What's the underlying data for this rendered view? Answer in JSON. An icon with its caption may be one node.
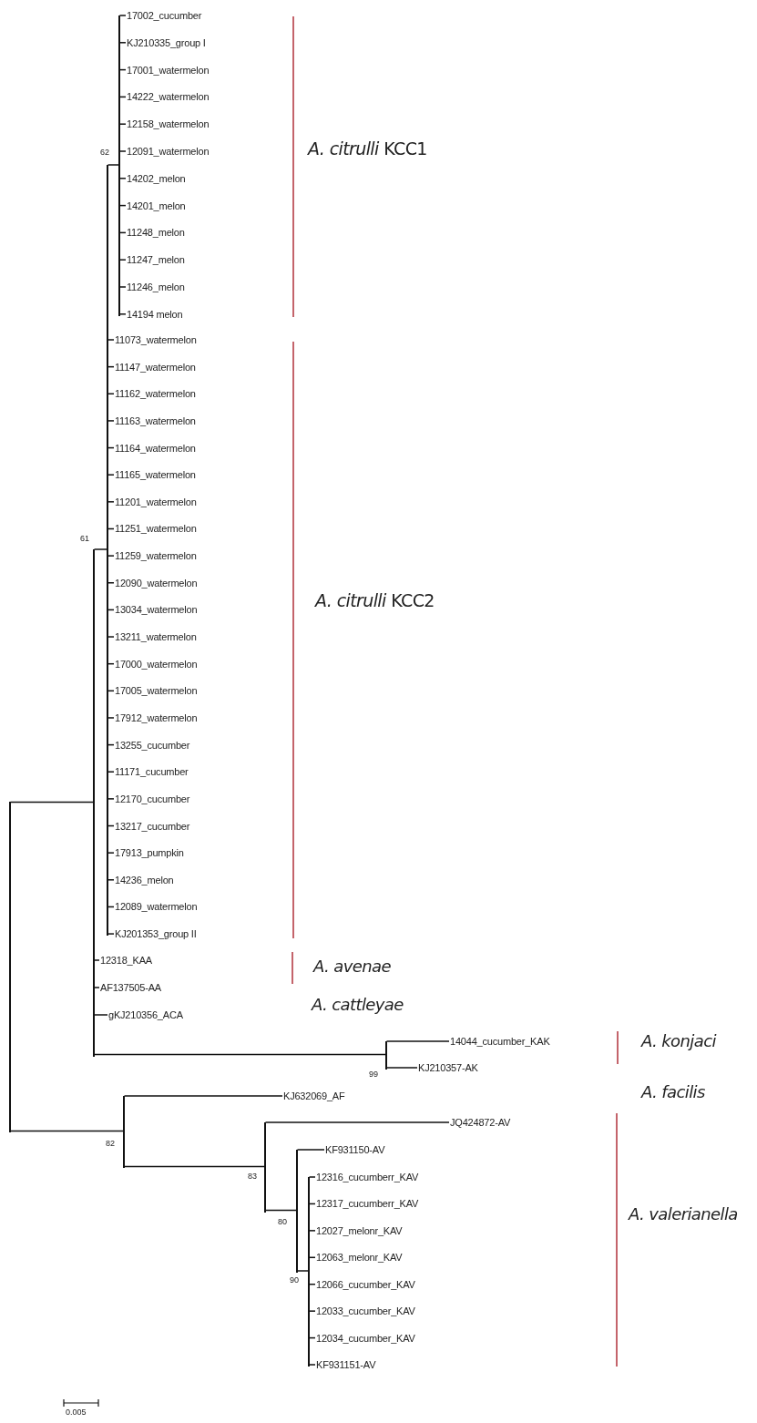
{
  "diagram": {
    "nodes": [
      {
        "text": [
          "17002_cucumber"
        ]
      },
      {
        "text": [
          "KJ210335_group I"
        ]
      },
      {
        "text": [
          "17001_watermelon"
        ]
      },
      {
        "text": [
          "14222_watermelon"
        ]
      },
      {
        "text": [
          "12158_watermelon"
        ]
      },
      {
        "text": [
          "12091_watermelon"
        ]
      },
      {
        "text": [
          "14202_melon"
        ]
      },
      {
        "text": [
          "14201_melon"
        ]
      },
      {
        "text": [
          "11248_melon"
        ]
      },
      {
        "text": [
          "11247_melon"
        ]
      },
      {
        "text": [
          "11246_melon"
        ]
      },
      {
        "text": [
          "14194 melon"
        ]
      },
      {
        "text": [
          "11073_watermelon"
        ]
      },
      {
        "text": [
          "11147_watermelon"
        ]
      },
      {
        "text": [
          "11162_watermelon"
        ]
      },
      {
        "text": [
          "11163_watermelon"
        ]
      },
      {
        "text": [
          "11164_watermelon"
        ]
      },
      {
        "text": [
          "11165_watermelon"
        ]
      },
      {
        "text": [
          "11201_watermelon"
        ]
      },
      {
        "text": [
          "11251_watermelon"
        ]
      },
      {
        "text": [
          "11259_watermelon"
        ]
      },
      {
        "text": [
          "12090_watermelon"
        ]
      },
      {
        "text": [
          "13034_watermelon"
        ]
      },
      {
        "text": [
          "13211_watermelon"
        ]
      },
      {
        "text": [
          "17000_watermelon"
        ]
      },
      {
        "text": [
          "17005_watermelon"
        ]
      },
      {
        "text": [
          "17912_watermelon"
        ]
      },
      {
        "text": [
          "13255_cucumber"
        ]
      },
      {
        "text": [
          "11171_cucumber"
        ]
      },
      {
        "text": [
          "12170_cucumber"
        ]
      },
      {
        "text": [
          "13217_cucumber"
        ]
      },
      {
        "text": [
          "17913_pumpkin"
        ]
      },
      {
        "text": [
          "14236_melon"
        ]
      },
      {
        "text": [
          "12089_watermelon"
        ]
      },
      {
        "text": [
          "KJ201353_group II"
        ]
      },
      {
        "text": [
          "12318_KAA"
        ]
      },
      {
        "text": [
          "AF137505-AA"
        ]
      },
      {
        "text": [
          "gKJ210356_ACA"
        ]
      },
      {
        "text": [
          "14044_cucumber_KAK"
        ]
      },
      {
        "text": [
          "KJ210357-AK"
        ]
      },
      {
        "text": [
          "KJ632069_AF"
        ]
      },
      {
        "text": [
          "JQ424872-AV"
        ]
      },
      {
        "text": [
          "KF931150-AV"
        ]
      },
      {
        "text": [
          "12316_cucumberr_KAV"
        ]
      },
      {
        "text": [
          "12317_cucumberr_KAV"
        ]
      },
      {
        "text": [
          "12027_melonr_KAV"
        ]
      },
      {
        "text": [
          "12063_melonr_KAV"
        ]
      },
      {
        "text": [
          "12066_cucumber_KAV"
        ]
      },
      {
        "text": [
          "12033_cucumber_KAV"
        ]
      },
      {
        "text": [
          "12034_cucumber_KAV"
        ]
      },
      {
        "text": [
          "KF931151-AV"
        ]
      },
      {
        "text": [],
        "shape": "bar"
      },
      {
        "text": [],
        "shape": "bar",
        "beside": [
          "61"
        ]
      },
      {
        "text": [],
        "shape": "bar"
      },
      {
        "text": [],
        "shape": "bar",
        "beside": [
          "62"
        ]
      },
      {
        "text": [],
        "shape": "bar",
        "beside": [
          "99"
        ]
      },
      {
        "text": [],
        "shape": "bar",
        "beside": [
          "82"
        ]
      },
      {
        "text": [],
        "shape": "bar",
        "beside": [
          "83"
        ]
      },
      {
        "text": [],
        "shape": "bar",
        "beside": [
          "80"
        ]
      },
      {
        "text": [],
        "shape": "bar",
        "beside": [
          "90"
        ]
      }
    ],
    "edges": [
      {
        "from": 54,
        "to": 0,
        "arrow": "none"
      },
      {
        "from": 54,
        "to": 1,
        "arrow": "none"
      },
      {
        "from": 54,
        "to": 2,
        "arrow": "none"
      },
      {
        "from": 54,
        "to": 3,
        "arrow": "none"
      },
      {
        "from": 54,
        "to": 4,
        "arrow": "none"
      },
      {
        "from": 54,
        "to": 5,
        "arrow": "none"
      },
      {
        "from": 54,
        "to": 6,
        "arrow": "none"
      },
      {
        "from": 54,
        "to": 7,
        "arrow": "none"
      },
      {
        "from": 54,
        "to": 8,
        "arrow": "none"
      },
      {
        "from": 54,
        "to": 9,
        "arrow": "none"
      },
      {
        "from": 54,
        "to": 10,
        "arrow": "none"
      },
      {
        "from": 54,
        "to": 11,
        "arrow": "none"
      },
      {
        "from": 53,
        "to": 54,
        "arrow": "none"
      },
      {
        "from": 53,
        "to": 12,
        "arrow": "none"
      },
      {
        "from": 53,
        "to": 13,
        "arrow": "none"
      },
      {
        "from": 53,
        "to": 14,
        "arrow": "none"
      },
      {
        "from": 53,
        "to": 15,
        "arrow": "none"
      },
      {
        "from": 53,
        "to": 16,
        "arrow": "none"
      },
      {
        "from": 53,
        "to": 17,
        "arrow": "none"
      },
      {
        "from": 53,
        "to": 18,
        "arrow": "none"
      },
      {
        "from": 53,
        "to": 19,
        "arrow": "none"
      },
      {
        "from": 53,
        "to": 20,
        "arrow": "none"
      },
      {
        "from": 53,
        "to": 21,
        "arrow": "none"
      },
      {
        "from": 53,
        "to": 22,
        "arrow": "none"
      },
      {
        "from": 53,
        "to": 23,
        "arrow": "none"
      },
      {
        "from": 53,
        "to": 24,
        "arrow": "none"
      },
      {
        "from": 53,
        "to": 25,
        "arrow": "none"
      },
      {
        "from": 53,
        "to": 26,
        "arrow": "none"
      },
      {
        "from": 53,
        "to": 27,
        "arrow": "none"
      },
      {
        "from": 53,
        "to": 28,
        "arrow": "none"
      },
      {
        "from": 53,
        "to": 29,
        "arrow": "none"
      },
      {
        "from": 53,
        "to": 30,
        "arrow": "none"
      },
      {
        "from": 53,
        "to": 31,
        "arrow": "none"
      },
      {
        "from": 53,
        "to": 32,
        "arrow": "none"
      },
      {
        "from": 53,
        "to": 33,
        "arrow": "none"
      },
      {
        "from": 53,
        "to": 34,
        "arrow": "none"
      },
      {
        "from": 52,
        "to": 53,
        "arrow": "none"
      },
      {
        "from": 52,
        "to": 35,
        "arrow": "none"
      },
      {
        "from": 52,
        "to": 36,
        "arrow": "none"
      },
      {
        "from": 52,
        "to": 37,
        "arrow": "none"
      },
      {
        "from": 52,
        "to": 55,
        "arrow": "none"
      },
      {
        "from": 55,
        "to": 38,
        "arrow": "none"
      },
      {
        "from": 55,
        "to": 39,
        "arrow": "none"
      },
      {
        "from": 51,
        "to": 52,
        "arrow": "none"
      },
      {
        "from": 51,
        "to": 56,
        "arrow": "none"
      },
      {
        "from": 56,
        "to": 40,
        "arrow": "none"
      },
      {
        "from": 56,
        "to": 57,
        "arrow": "none"
      },
      {
        "from": 57,
        "to": 41,
        "arrow": "none"
      },
      {
        "from": 57,
        "to": 58,
        "arrow": "none"
      },
      {
        "from": 58,
        "to": 42,
        "arrow": "none"
      },
      {
        "from": 58,
        "to": 59,
        "arrow": "none"
      },
      {
        "from": 59,
        "to": 43,
        "arrow": "none"
      },
      {
        "from": 59,
        "to": 44,
        "arrow": "none"
      },
      {
        "from": 59,
        "to": 45,
        "arrow": "none"
      },
      {
        "from": 59,
        "to": 46,
        "arrow": "none"
      },
      {
        "from": 59,
        "to": 47,
        "arrow": "none"
      },
      {
        "from": 59,
        "to": 48,
        "arrow": "none"
      },
      {
        "from": 59,
        "to": 49,
        "arrow": "none"
      },
      {
        "from": 59,
        "to": 50,
        "arrow": "none"
      }
    ],
    "labels": [
      "*A. citrulli* KCC1",
      "*A. citrulli* KCC2",
      "A. avenae",
      "A. cattleyae",
      "A. konjaci",
      "A. facilis",
      "A. valerianella",
      "0.005"
    ]
  }
}
